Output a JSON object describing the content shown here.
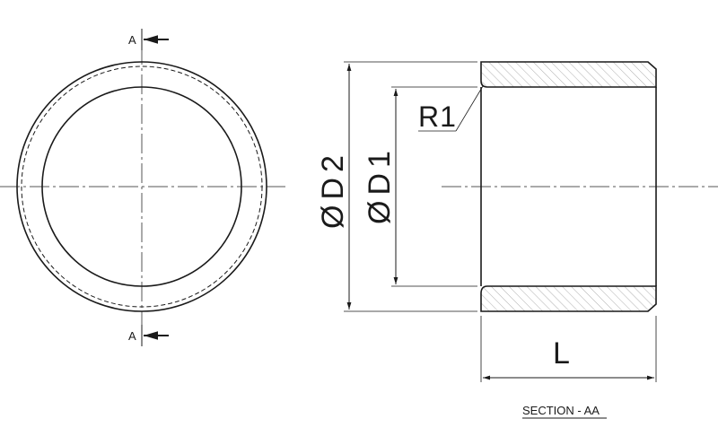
{
  "section_marker_top": "A",
  "section_marker_bottom": "A",
  "dimension_outer_diameter": "ØD2",
  "dimension_inner_diameter": "ØD1",
  "dimension_radius": "R1",
  "dimension_length": "L",
  "section_caption": "SECTION - AA",
  "colors": {
    "line": "#1a1a1a",
    "hatch": "#8a8a8a",
    "center": "#555555"
  }
}
